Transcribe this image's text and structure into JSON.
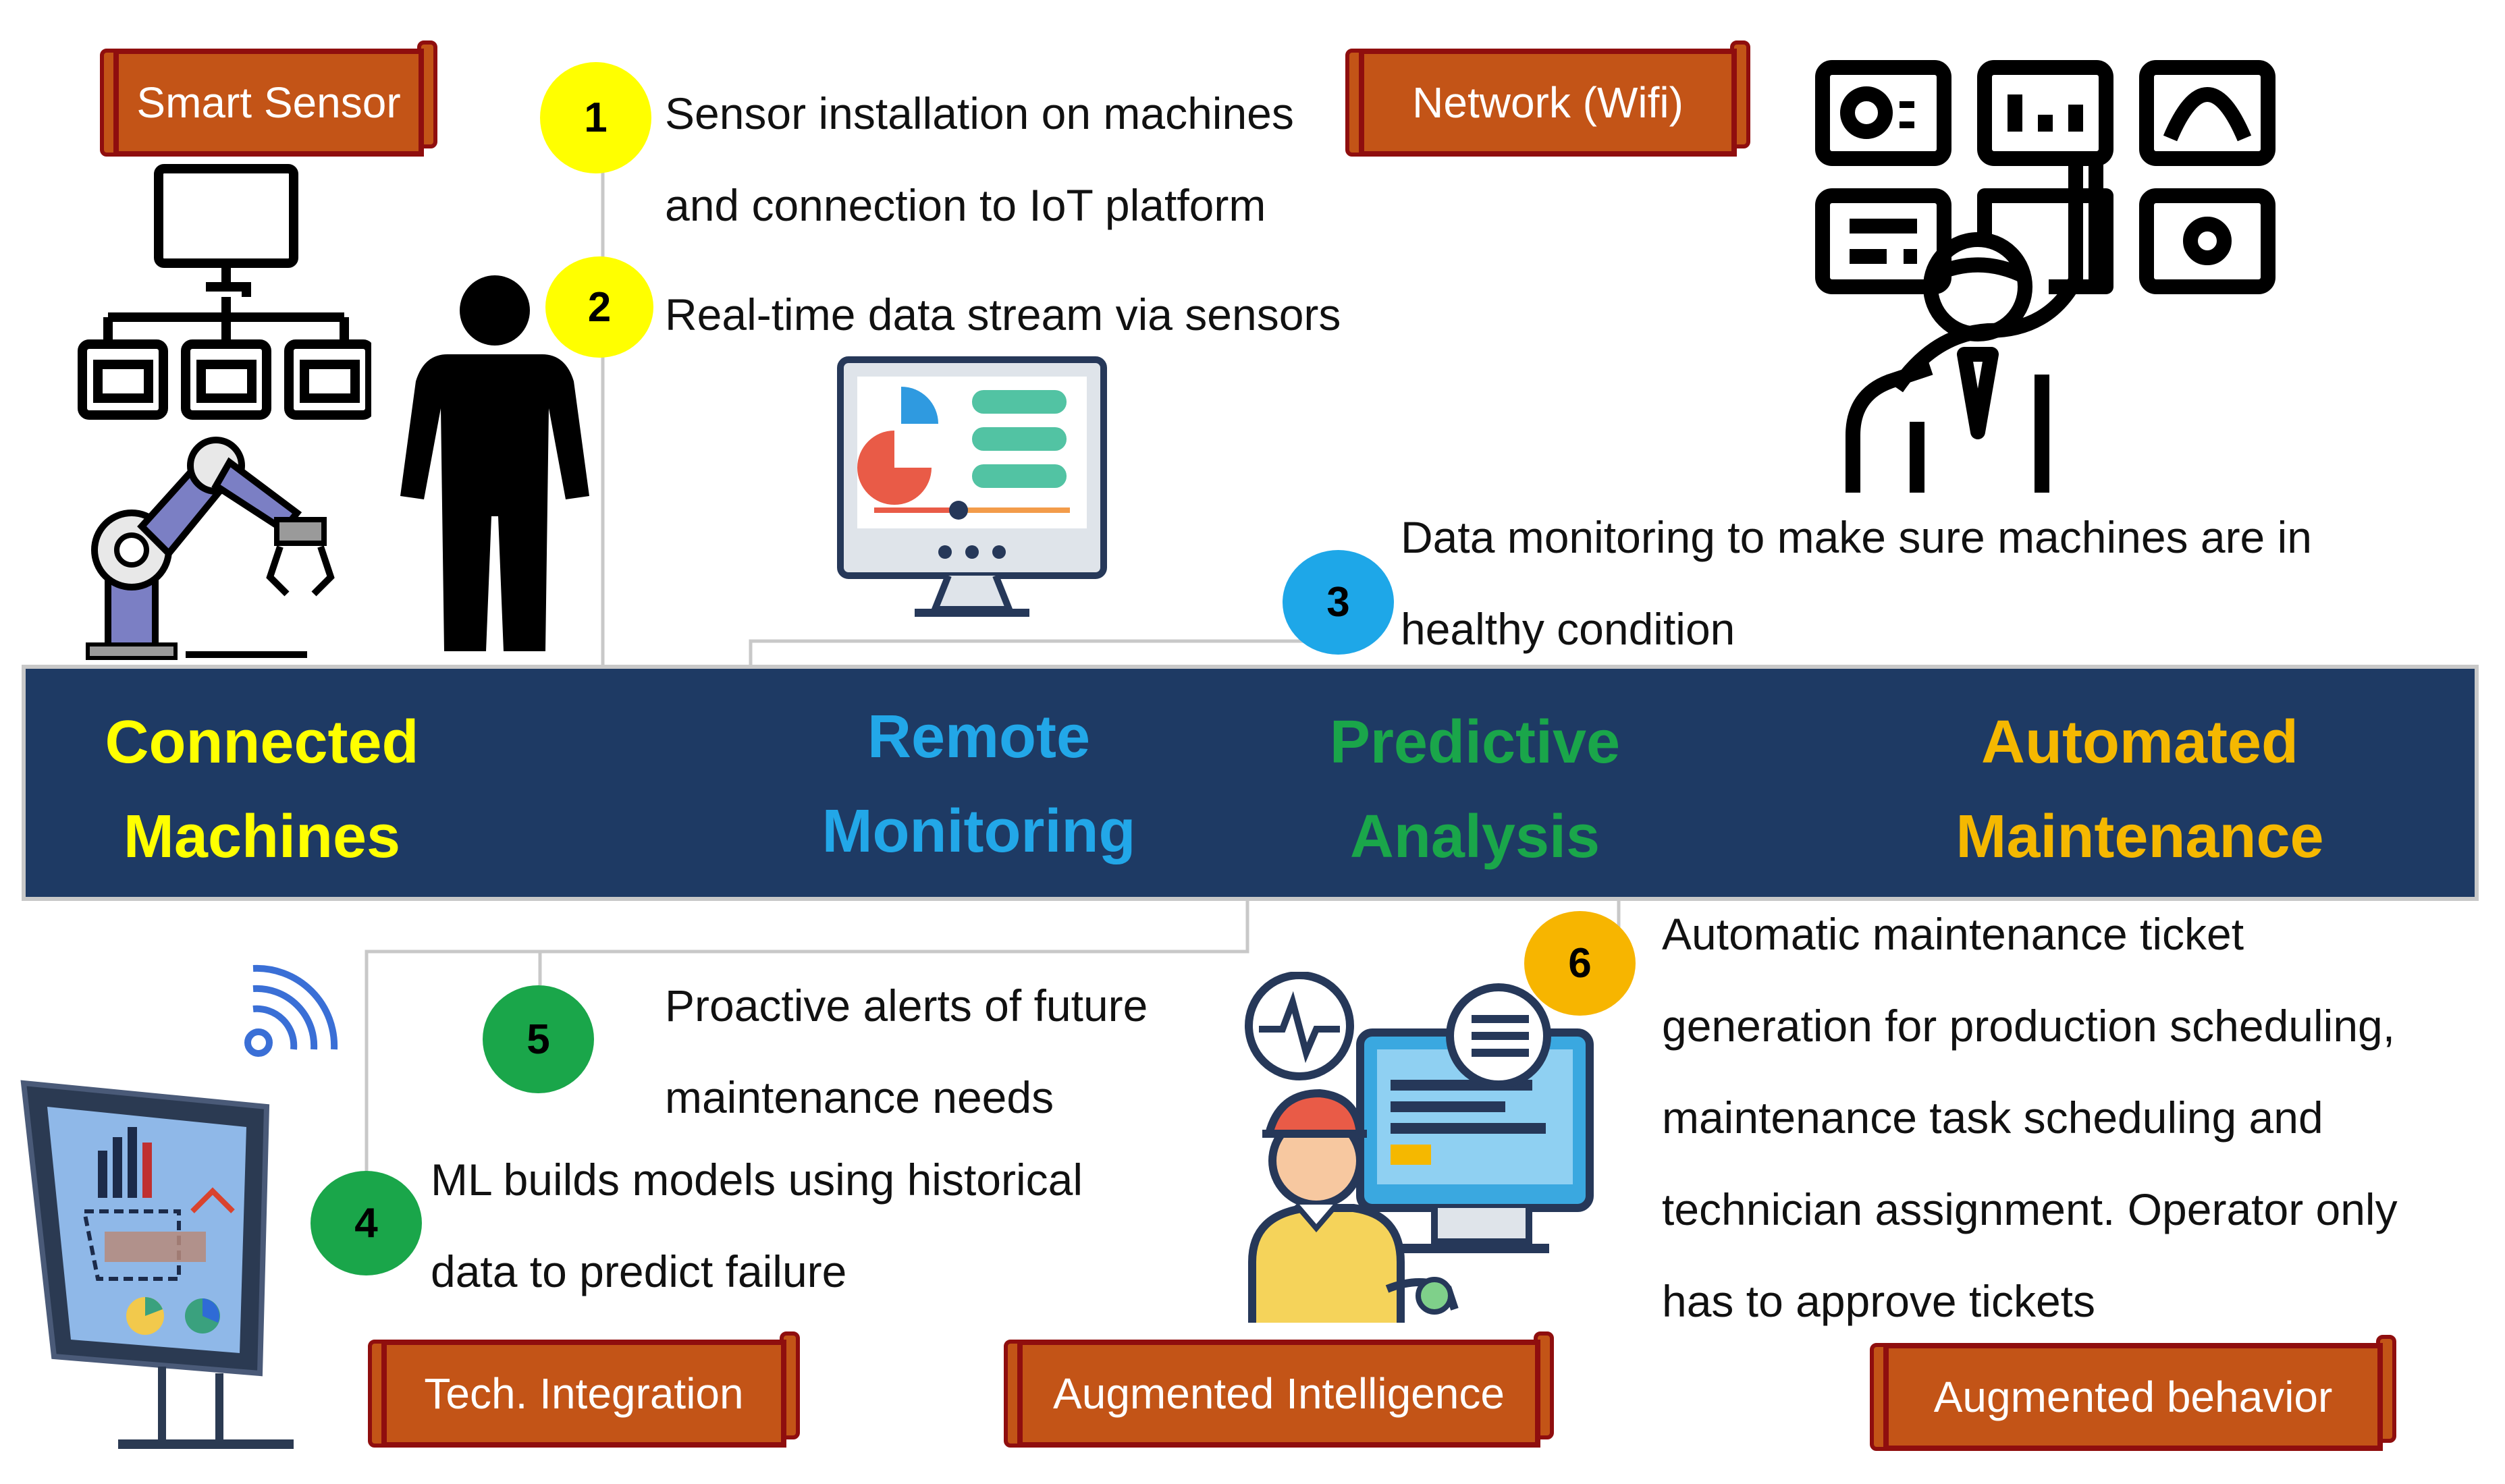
{
  "stages": {
    "connected": {
      "line1": "Connected",
      "line2": "Machines",
      "color": "#ffff00"
    },
    "remote": {
      "line1": "Remote",
      "line2": "Monitoring",
      "color": "#22a7e8"
    },
    "predictive": {
      "line1": "Predictive",
      "line2": "Analysis",
      "color": "#1aa64a"
    },
    "automated": {
      "line1": "Automated",
      "line2": "Maintenance",
      "color": "#f5b800"
    }
  },
  "steps": [
    {
      "number": "1",
      "line1": "Sensor installation on machines",
      "line2": "and connection to IoT platform",
      "badge_color": "#ffff00"
    },
    {
      "number": "2",
      "line1": "Real-time data stream via sensors",
      "badge_color": "#ffff00"
    },
    {
      "number": "3",
      "line1": "Data monitoring to make sure machines are in",
      "line2": "healthy condition",
      "badge_color": "#1ea7e8"
    },
    {
      "number": "4",
      "line1": "ML builds models using historical",
      "line2": "data to predict failure",
      "badge_color": "#1aa64a"
    },
    {
      "number": "5",
      "line1": "Proactive alerts of future",
      "line2": "maintenance needs",
      "badge_color": "#1aa64a"
    },
    {
      "number": "6",
      "line1": "Automatic maintenance ticket",
      "line2": "generation for production scheduling,",
      "line3": "maintenance task scheduling and",
      "line4": "technician assignment. Operator only",
      "line5": "has to approve tickets",
      "badge_color": "#f7b500"
    }
  ],
  "banners": {
    "smart_sensor": "Smart Sensor",
    "network": "Network (Wifi)",
    "tech_integration": "Tech. Integration",
    "augmented_intelligence": "Augmented Intelligence",
    "augmented_behavior": "Augmented behavior"
  },
  "colors": {
    "band": "#1e3a64",
    "banner": "#c35417",
    "banner_border": "#8f0e0e",
    "connector": "#c8c8c8"
  },
  "icons": [
    "robot-arm-network-icon",
    "person-silhouette-icon",
    "dashboard-monitor-icon",
    "presenter-dashboard-icon",
    "wifi-signal-icon",
    "analytics-monitor-icon",
    "technician-computer-icon"
  ]
}
